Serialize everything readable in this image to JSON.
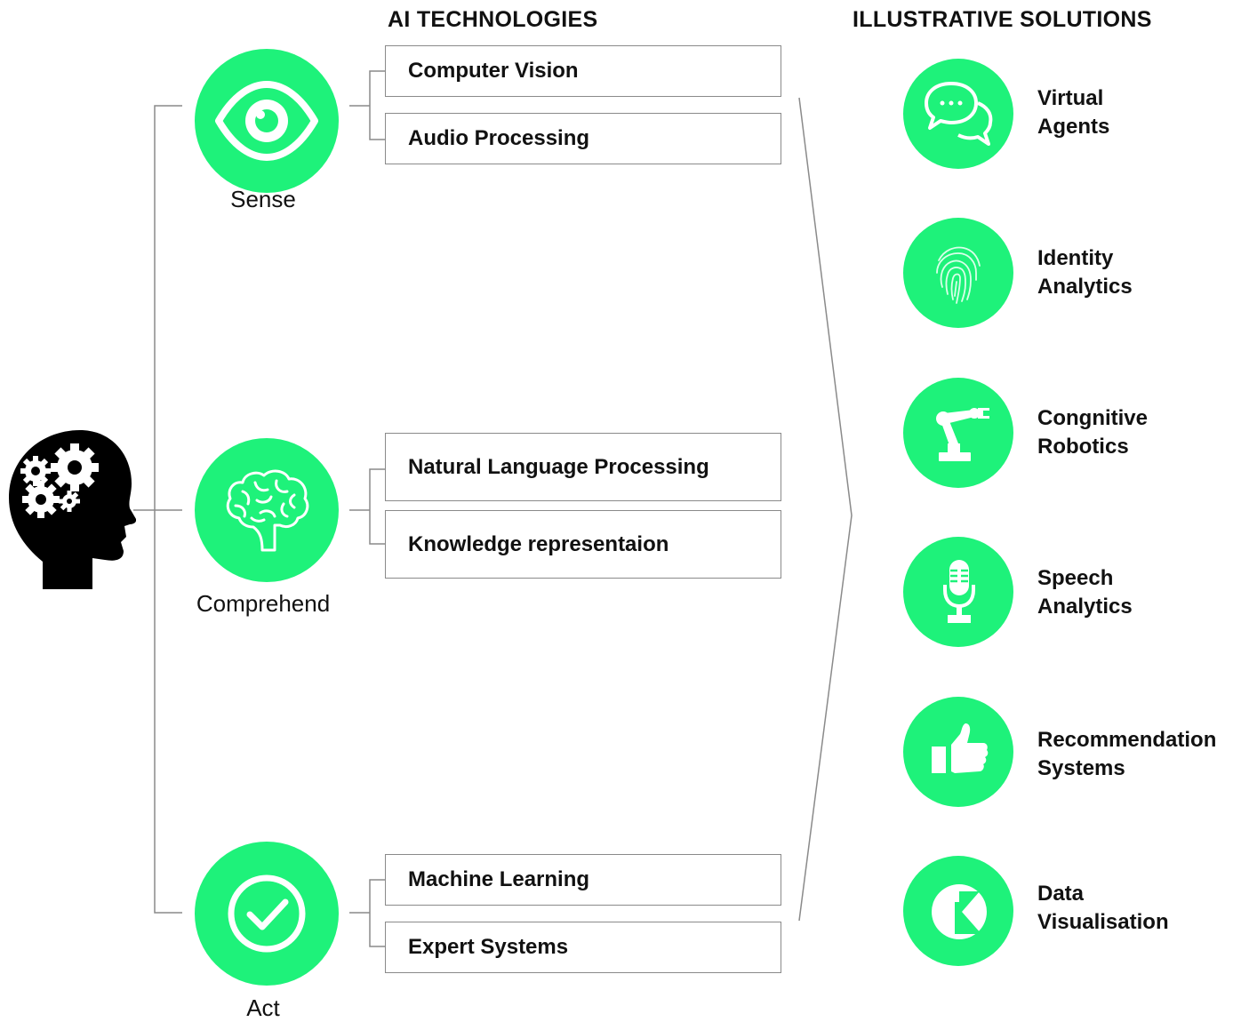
{
  "headings": {
    "technologies": "AI TECHNOLOGIES",
    "solutions": "ILLUSTRATIVE SOLUTIONS"
  },
  "stages": [
    {
      "label": "Sense",
      "icon": "eye-icon",
      "technologies": [
        "Computer Vision",
        "Audio Processing"
      ]
    },
    {
      "label": "Comprehend",
      "icon": "brain-icon",
      "technologies": [
        "Natural Language Processing",
        "Knowledge representaion"
      ]
    },
    {
      "label": "Act",
      "icon": "checkmark-icon",
      "technologies": [
        "Machine Learning",
        "Expert Systems"
      ]
    }
  ],
  "solutions": [
    {
      "line1": "Virtual",
      "line2": "Agents",
      "icon": "chat-bubbles-icon"
    },
    {
      "line1": "Identity",
      "line2": "Analytics",
      "icon": "fingerprint-icon"
    },
    {
      "line1": "Congnitive",
      "line2": "Robotics",
      "icon": "robot-arm-icon"
    },
    {
      "line1": "Speech",
      "line2": "Analytics",
      "icon": "microphone-icon"
    },
    {
      "line1": "Recommendation",
      "line2": "Systems",
      "icon": "thumbs-up-icon"
    },
    {
      "line1": "Data",
      "line2": "Visualisation",
      "icon": "chart-logo-icon"
    }
  ],
  "colors": {
    "accent": "#1ef27a",
    "line": "#8a8a8a",
    "text": "#111111"
  },
  "head_icon": "head-with-gears-icon"
}
